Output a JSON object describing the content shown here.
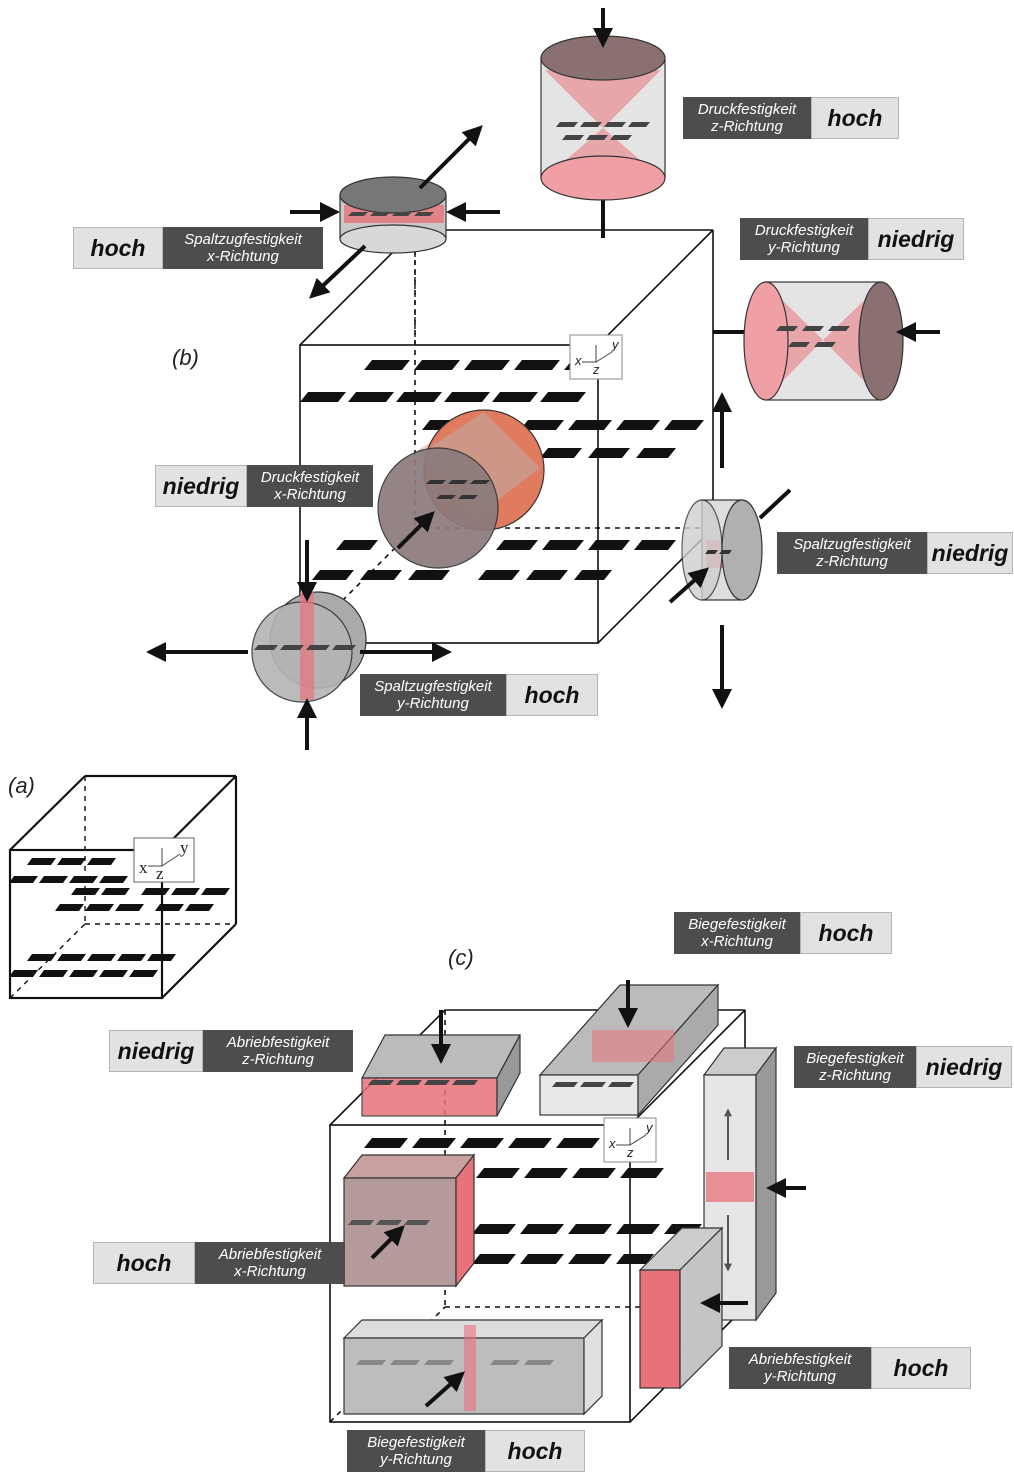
{
  "panels": {
    "a": "(a)",
    "b": "(b)",
    "c": "(c)"
  },
  "axes": {
    "x": "x",
    "y": "y",
    "z": "z"
  },
  "labels": [
    {
      "key": "spaltzug_x",
      "line1": "Spaltzugfestigkeit",
      "line2": "x-Richtung",
      "rating": "hoch"
    },
    {
      "key": "druck_z",
      "line1": "Druckfestigkeit",
      "line2": "z-Richtung",
      "rating": "hoch"
    },
    {
      "key": "druck_y",
      "line1": "Druckfestigkeit",
      "line2": "y-Richtung",
      "rating": "niedrig"
    },
    {
      "key": "druck_x",
      "line1": "Druckfestigkeit",
      "line2": "x-Richtung",
      "rating": "niedrig"
    },
    {
      "key": "spaltzug_z",
      "line1": "Spaltzugfestigkeit",
      "line2": "z-Richtung",
      "rating": "niedrig"
    },
    {
      "key": "spaltzug_y",
      "line1": "Spaltzugfestigkeit",
      "line2": "y-Richtung",
      "rating": "hoch"
    },
    {
      "key": "biege_x",
      "line1": "Biegefestigkeit",
      "line2": "x-Richtung",
      "rating": "hoch"
    },
    {
      "key": "abrieb_z",
      "line1": "Abriebfestigkeit",
      "line2": "z-Richtung",
      "rating": "niedrig"
    },
    {
      "key": "biege_z",
      "line1": "Biegefestigkeit",
      "line2": "z-Richtung",
      "rating": "niedrig"
    },
    {
      "key": "abrieb_x",
      "line1": "Abriebfestigkeit",
      "line2": "x-Richtung",
      "rating": "hoch"
    },
    {
      "key": "abrieb_y",
      "line1": "Abriebfestigkeit",
      "line2": "y-Richtung",
      "rating": "hoch"
    },
    {
      "key": "biege_y",
      "line1": "Biegefestigkeit",
      "line2": "y-Richtung",
      "rating": "hoch"
    }
  ],
  "colors": {
    "flake": "#111111",
    "specimen_red": "#e8727a",
    "specimen_grey": "#8a8a8a",
    "label_dark": "#4d4d4d",
    "label_light": "#e2e2e2"
  }
}
